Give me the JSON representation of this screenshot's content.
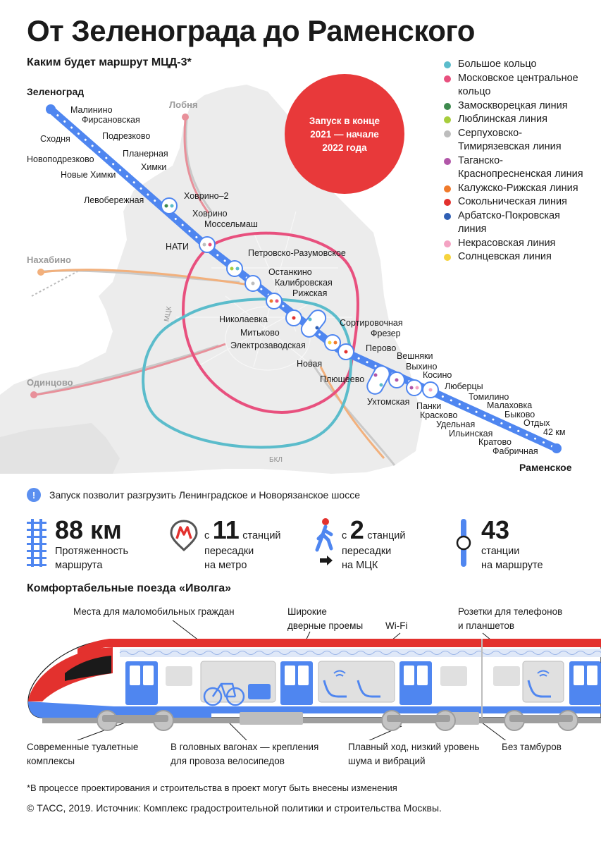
{
  "title": "От Зеленограда до Раменского",
  "subtitle": "Каким будет маршрут МЦД-3*",
  "launch": "Запуск в конце 2021 — начале 2022 года",
  "legend": [
    {
      "label": "Большое кольцо",
      "color": "#5bbccb"
    },
    {
      "label": "Московское центральное кольцо",
      "color": "#e8507e"
    },
    {
      "label": "Замоскворецкая линия",
      "color": "#3e8a4e"
    },
    {
      "label": "Люблинская линия",
      "color": "#a7cd3c"
    },
    {
      "label": "Серпуховско-Тимирязевская линия",
      "color": "#bdbdbd"
    },
    {
      "label": "Таганско-Краснопресненская линия",
      "color": "#b156a8"
    },
    {
      "label": "Калужско-Рижская линия",
      "color": "#f07a2b"
    },
    {
      "label": "Сокольническая линия",
      "color": "#e3312e"
    },
    {
      "label": "Арбатско-Покровская линия",
      "color": "#2f5fb4"
    },
    {
      "label": "Некрасовская линия",
      "color": "#f4a3c3"
    },
    {
      "label": "Солнцевская линия",
      "color": "#f6d33c"
    }
  ],
  "map": {
    "endpoints": {
      "start": "Зеленоград",
      "end": "Раменское"
    },
    "stations": {
      "s1": "Малинино",
      "s2": "Фирсановская",
      "s3": "Сходня",
      "s4": "Подрезково",
      "s5": "Новоподрезково",
      "s6": "Планерная",
      "s7": "Новые Химки",
      "s8": "Химки",
      "s9": "Левобережная",
      "s10": "Ховрино–2",
      "s11": "Ховрино",
      "s12": "Моссельмаш",
      "s13": "НАТИ",
      "s14": "Петровско-Разумовское",
      "s15": "Останкино",
      "s16": "Калибровская",
      "s17": "Рижская",
      "s18": "Николаевка",
      "s19": "Митьково",
      "s20": "Электрозаводская",
      "s21": "Сортировочная",
      "s22": "Фрезер",
      "s23": "Новая",
      "s24": "Перово",
      "s25": "Плющеево",
      "s26": "Вешняки",
      "s27": "Выхино",
      "s28": "Косино",
      "s29": "Ухтомская",
      "s30": "Люберцы",
      "s31": "Панки",
      "s32": "Томилино",
      "s33": "Красково",
      "s34": "Малаховка",
      "s35": "Удельная",
      "s36": "Быково",
      "s37": "Ильинская",
      "s38": "Отдых",
      "s39": "Кратово",
      "s40": "42 км",
      "s41": "Фабричная"
    },
    "other_lines": {
      "lobnya": "Лобня",
      "nakhabino": "Нахабино",
      "odintsovo": "Одинцово"
    },
    "ring_labels": {
      "mck": "МЦК",
      "bkl": "БКЛ"
    }
  },
  "note": "Запуск позволит разгрузить Ленинградское и Новорязанское шоссе",
  "stats": {
    "length_value": "88 км",
    "length_text_1": "Протяженность",
    "length_text_2": "маршрута",
    "metro_prefix": "с",
    "metro_value": "11",
    "metro_suffix": "станций",
    "metro_text_1": "пересадки",
    "metro_text_2": "на метро",
    "mck_prefix": "с",
    "mck_value": "2",
    "mck_suffix": "станций",
    "mck_text_1": "пересадки",
    "mck_text_2": "на МЦК",
    "stations_value": "43",
    "stations_text_1": "станции",
    "stations_text_2": "на маршруте"
  },
  "train_title": "Комфортабельные поезда «Иволга»",
  "train_captions": {
    "mobility": "Места для маломобильных граждан",
    "doors_1": "Широкие",
    "doors_2": "дверные проемы",
    "wifi": "Wi-Fi",
    "sockets_1": "Розетки для телефонов",
    "sockets_2": "и планшетов",
    "toilets_1": "Современные туалетные",
    "toilets_2": "комплексы",
    "bikes_1": "В головных вагонах — крепления",
    "bikes_2": "для провоза велосипедов",
    "smooth_1": "Плавный ход, низкий уровень",
    "smooth_2": "шума и вибраций",
    "no_vestibule": "Без тамбуров"
  },
  "footnote": "*В процессе проектирования и строительства в проект могут быть внесены изменения",
  "copyright": "© ТАСС, 2019. Источник: Комплекс градостроительной политики и строительства Москвы."
}
